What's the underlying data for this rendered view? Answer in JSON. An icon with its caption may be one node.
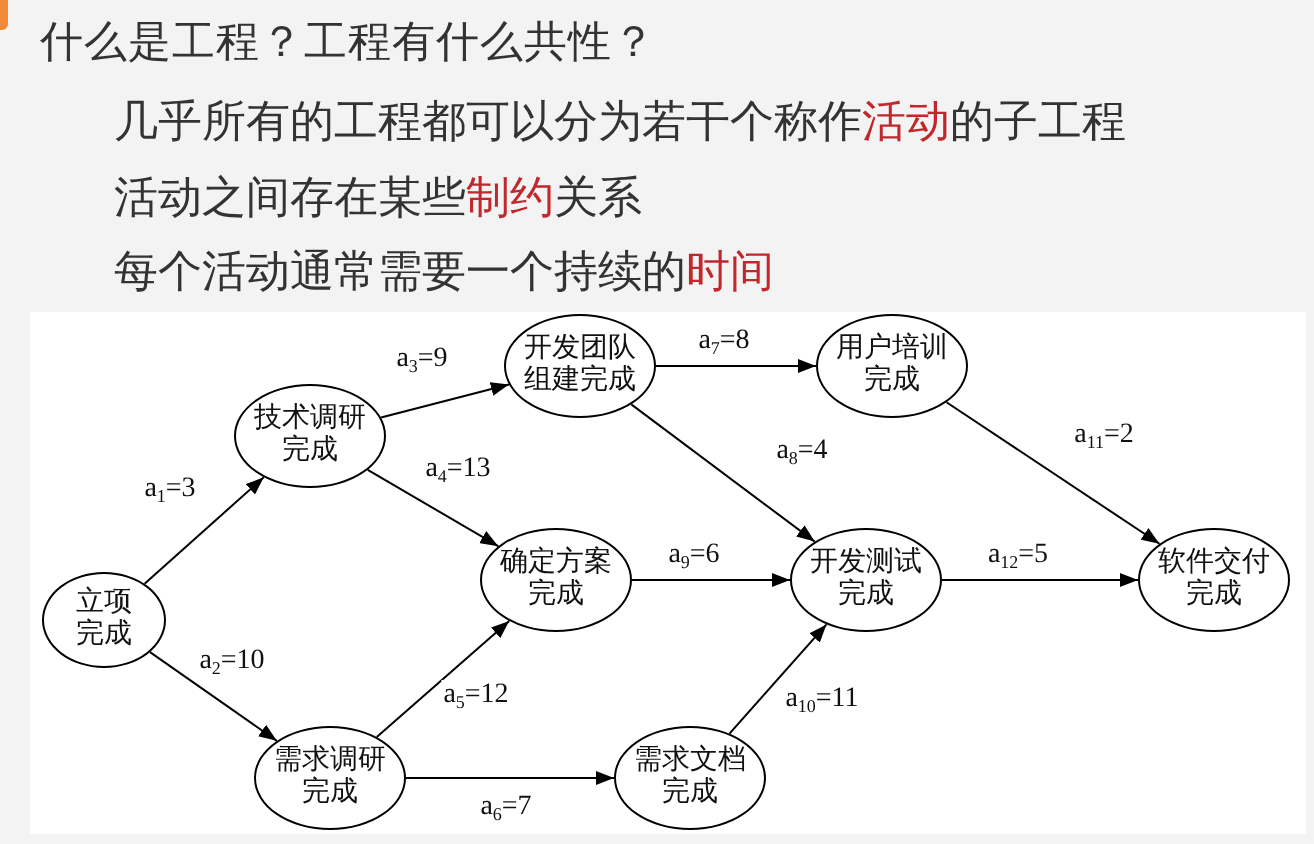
{
  "diagram": {
    "title": "什么是工程？工程有什么共性？",
    "nodes": [
      {
        "text": [
          "立项完成"
        ]
      },
      {
        "text": [
          "技术调研完成"
        ]
      },
      {
        "text": [
          "需求调研完成"
        ]
      },
      {
        "text": [
          "开发团队组建完成"
        ]
      },
      {
        "text": [
          "确定方案完成"
        ]
      },
      {
        "text": [
          "需求文档完成"
        ]
      },
      {
        "text": [
          "用户培训完成"
        ]
      },
      {
        "text": [
          "开发测试完成"
        ]
      },
      {
        "text": [
          "软件交付完成"
        ]
      }
    ],
    "edges": [
      {
        "from": 0,
        "to": 1,
        "arrow": "to",
        "label": "a$_{1}$=3"
      },
      {
        "from": 0,
        "to": 2,
        "arrow": "to",
        "label": "a$_{2}$=10"
      },
      {
        "from": 1,
        "to": 3,
        "arrow": "to",
        "label": "a$_{3}$=9"
      },
      {
        "from": 1,
        "to": 4,
        "arrow": "to",
        "label": "a$_{4}$=13"
      },
      {
        "from": 2,
        "to": 4,
        "arrow": "to",
        "label": "a$_{5}$=12"
      },
      {
        "from": 2,
        "to": 5,
        "arrow": "to",
        "label": "a$_{6}$=7"
      },
      {
        "from": 3,
        "to": 6,
        "arrow": "to",
        "label": "a$_{7}$=8"
      },
      {
        "from": 3,
        "to": 7,
        "arrow": "to",
        "label": "a$_{8}$=4"
      },
      {
        "from": 4,
        "to": 7,
        "arrow": "to",
        "label": "a$_{9}$=6"
      },
      {
        "from": 5,
        "to": 7,
        "arrow": "to",
        "label": "a$_{10}$=11"
      },
      {
        "from": 6,
        "to": 8,
        "arrow": "to",
        "label": "a$_{11}$=2"
      },
      {
        "from": 7,
        "to": 8,
        "arrow": "to",
        "label": "a$_{12}$=5"
      }
    ],
    "labels": [
      "几乎所有的工程都可以分为若干个称作**活动**的子工程",
      "活动之间存在某些**制约**关系",
      "每个活动通常需要一个持续的**时间**"
    ]
  }
}
